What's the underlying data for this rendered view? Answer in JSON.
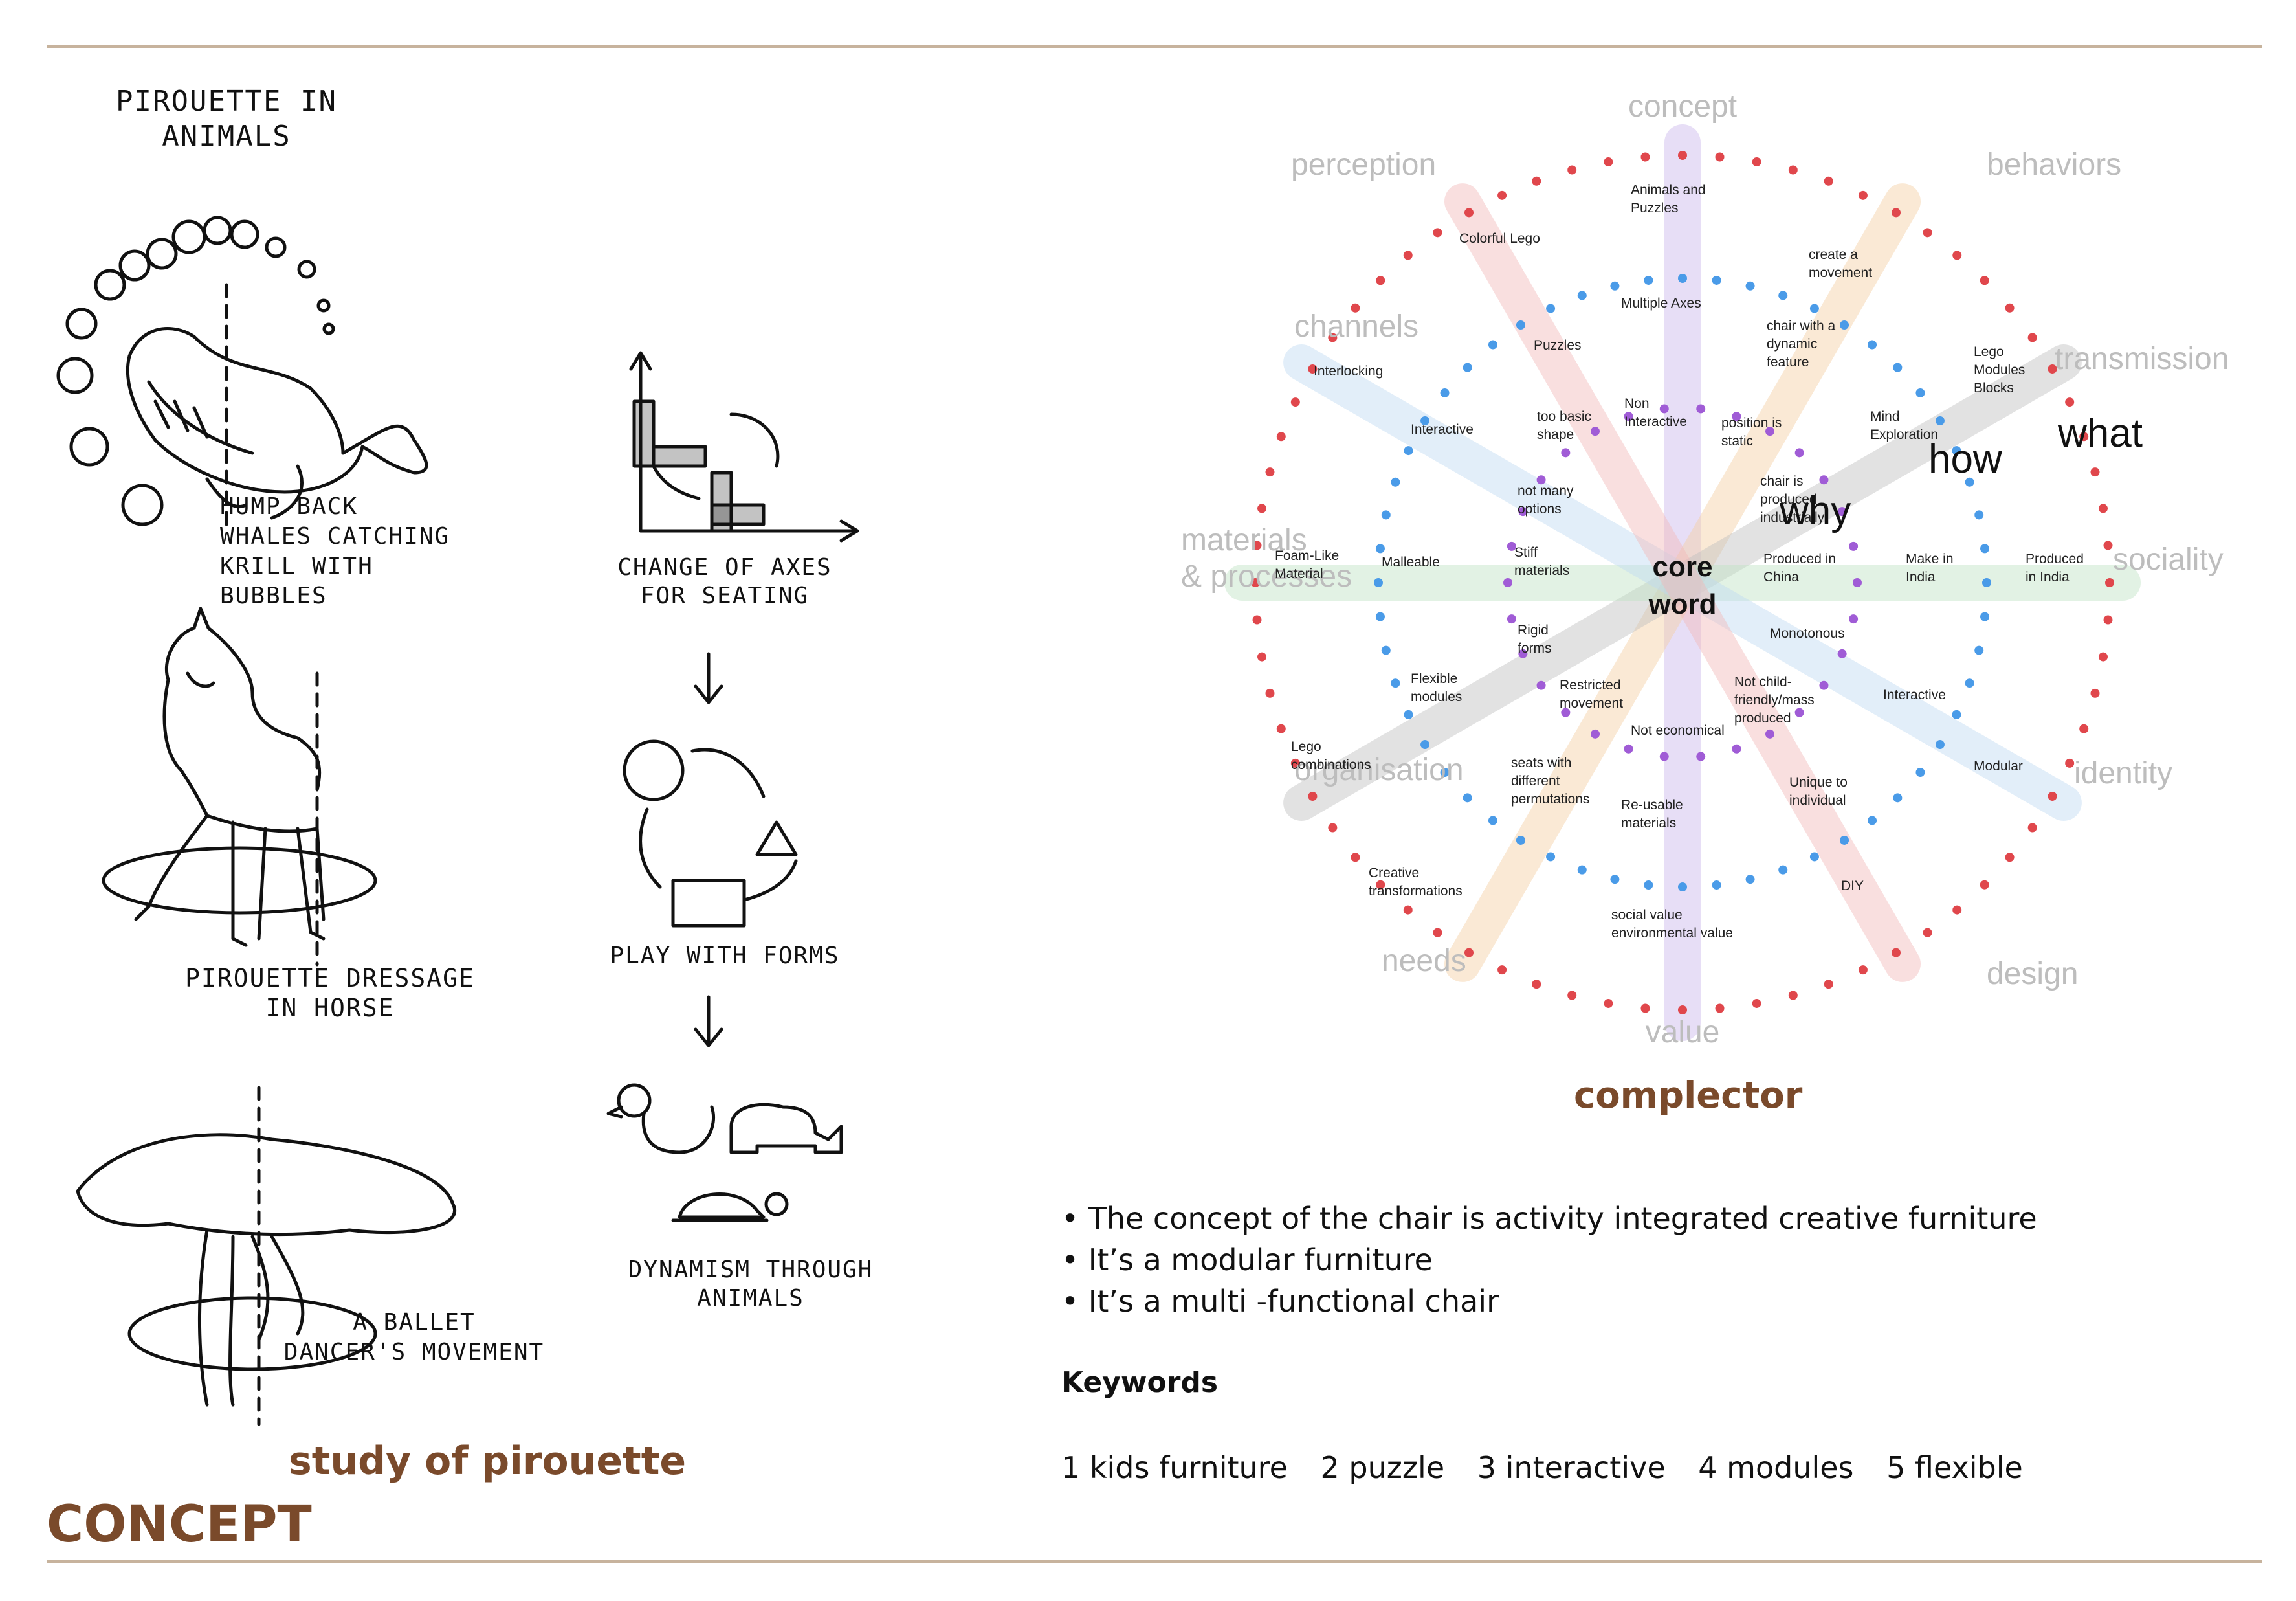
{
  "sketches": {
    "whale_title": "PIROUETTE IN ANIMALS",
    "whale_caption": [
      "HUMP BACK",
      "WHALES CATCHING",
      "KRILL WITH",
      "BUBBLES"
    ],
    "horse_caption": [
      "PIROUETTE DRESSAGE",
      "IN HORSE"
    ],
    "ballet_caption": [
      "A BALLET",
      "DANCER'S MOVEMENT"
    ],
    "axes_caption": [
      "CHANGE OF AXES",
      "FOR SEATING"
    ],
    "forms_caption": "PLAY WITH FORMS",
    "animals_caption": [
      "DYNAMISM THROUGH",
      "ANIMALS"
    ],
    "section_caption": "study of pirouette"
  },
  "complector": {
    "caption": "complector",
    "core": [
      "core",
      "word"
    ],
    "outer_labels": {
      "concept": "concept",
      "behaviors": "behaviors",
      "transmission": "transmission",
      "sociality": "sociality",
      "identity": "identity",
      "design": "design",
      "value": "value",
      "needs": "needs",
      "organisation": "organisation",
      "materials": [
        "materials",
        "& processes"
      ],
      "channels": "channels",
      "perception": "perception"
    },
    "questions": {
      "what": "what",
      "how": "how",
      "why": "why"
    },
    "ring_labels": [
      [
        "Animals and",
        "Puzzles"
      ],
      [
        "Colorful Lego"
      ],
      [
        "create a",
        "movement"
      ],
      [
        "Multiple Axes"
      ],
      [
        "chair with a",
        "dynamic",
        "feature"
      ],
      [
        "Puzzles"
      ],
      [
        "Lego",
        "Modules",
        "Blocks"
      ],
      [
        "Interlocking"
      ],
      [
        "Non",
        "Interactive"
      ],
      [
        "too basic",
        "shape"
      ],
      [
        "position is",
        "static"
      ],
      [
        "Mind",
        "Exploration"
      ],
      [
        "Interactive"
      ],
      [
        "not many",
        "options"
      ],
      [
        "chair is",
        "produced",
        "industrially"
      ],
      [
        "Foam-Like",
        "Material"
      ],
      [
        "Malleable"
      ],
      [
        "Stiff",
        "materials"
      ],
      [
        "Produced in",
        "China"
      ],
      [
        "Make in",
        "India"
      ],
      [
        "Produced",
        "in India"
      ],
      [
        "Rigid",
        "forms"
      ],
      [
        "Monotonous"
      ],
      [
        "Flexible",
        "modules"
      ],
      [
        "Restricted",
        "movement"
      ],
      [
        "Not child-",
        "friendly/mass",
        "produced"
      ],
      [
        "Interactive"
      ],
      [
        "Not economical"
      ],
      [
        "Lego",
        "combinations"
      ],
      [
        "seats with",
        "different",
        "permutations"
      ],
      [
        "Modular"
      ],
      [
        "Unique to",
        "individual"
      ],
      [
        "Re-usable",
        "materials"
      ],
      [
        "Creative",
        "transformations"
      ],
      [
        "DIY"
      ],
      [
        "social value",
        "environmental value"
      ]
    ],
    "colors": {
      "outer_dots": "#e0474c",
      "middle_dots": "#4a9be8",
      "inner_dots": "#a05cd6",
      "outer_text": "#bdbdbd"
    }
  },
  "description": {
    "bullets": [
      "• The concept of the chair is activity integrated creative furniture",
      "• It’s a modular furniture",
      "• It’s a multi -functional chair"
    ],
    "keywords_heading": "Keywords",
    "keywords": [
      "1 kids furniture",
      "2 puzzle",
      "3 interactive",
      "4 modules",
      "5 flexible"
    ]
  },
  "page": {
    "heading": "CONCEPT",
    "accent": "#7a4a2b",
    "rule_color": "#c7b39d"
  }
}
